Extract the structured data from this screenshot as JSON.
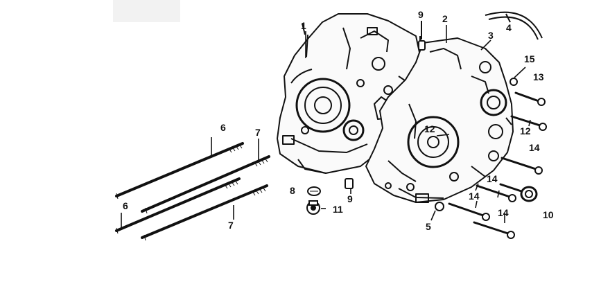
{
  "diagram": {
    "callouts": [
      {
        "id": "c1",
        "label": "1"
      },
      {
        "id": "c2",
        "label": "2"
      },
      {
        "id": "c3",
        "label": "3"
      },
      {
        "id": "c4",
        "label": "4"
      },
      {
        "id": "c5",
        "label": "5"
      },
      {
        "id": "c6a",
        "label": "6"
      },
      {
        "id": "c6b",
        "label": "6"
      },
      {
        "id": "c7a",
        "label": "7"
      },
      {
        "id": "c7b",
        "label": "7"
      },
      {
        "id": "c8",
        "label": "8"
      },
      {
        "id": "c9a",
        "label": "9"
      },
      {
        "id": "c9b",
        "label": "9"
      },
      {
        "id": "c10",
        "label": "10"
      },
      {
        "id": "c11",
        "label": "11"
      },
      {
        "id": "c12a",
        "label": "12"
      },
      {
        "id": "c12b",
        "label": "12"
      },
      {
        "id": "c13",
        "label": "13"
      },
      {
        "id": "c14a",
        "label": "14"
      },
      {
        "id": "c14b",
        "label": "14"
      },
      {
        "id": "c14c",
        "label": "14"
      },
      {
        "id": "c14d",
        "label": "14"
      },
      {
        "id": "c15",
        "label": "15"
      }
    ]
  },
  "colors": {
    "ink": "#111111",
    "background": "#ffffff"
  }
}
